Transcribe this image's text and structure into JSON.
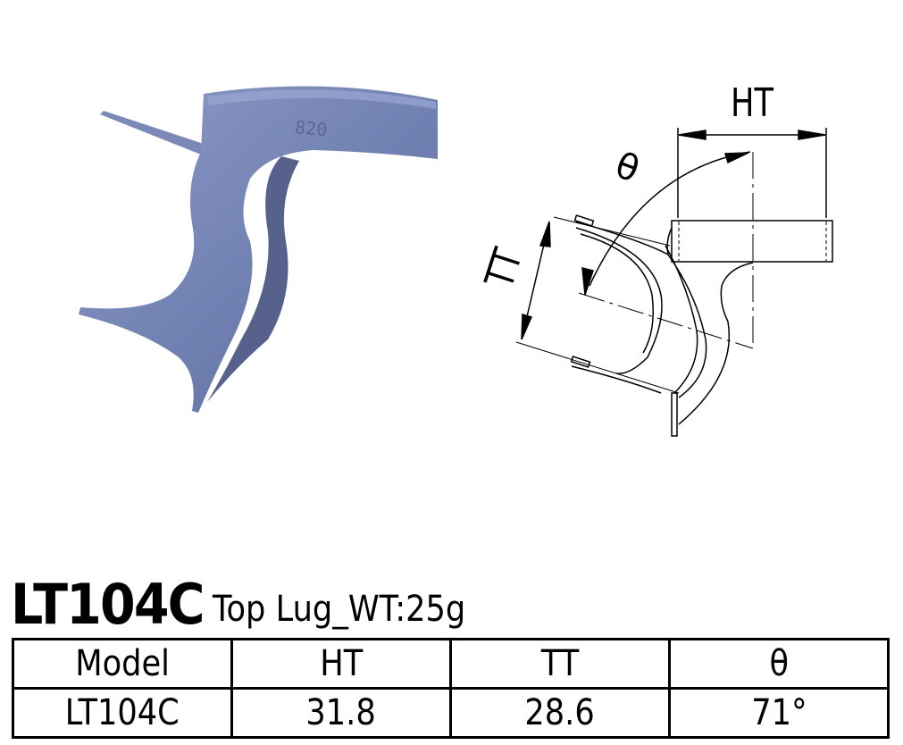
{
  "header": {
    "model": "LT104C",
    "subtitle": "Top Lug_WT:25g"
  },
  "photo": {
    "alt": "Top lug casting photo",
    "engraving": "820",
    "color": "#7585b5"
  },
  "drawing": {
    "labels": {
      "ht": "HT",
      "tt": "TT",
      "theta": "θ"
    }
  },
  "table": {
    "columns": [
      "Model",
      "HT",
      "TT",
      "θ"
    ],
    "rows": [
      [
        "LT104C",
        "31.8",
        "28.6",
        "71°"
      ]
    ]
  }
}
